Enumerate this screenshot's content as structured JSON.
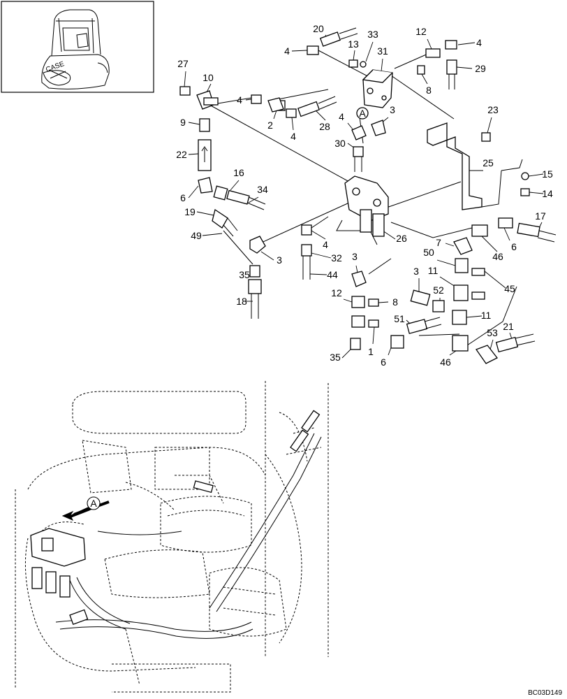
{
  "diagram": {
    "reference_code": "BC03D149",
    "detail_marker": "A",
    "callouts": [
      {
        "id": "c1",
        "text": "1"
      },
      {
        "id": "c2",
        "text": "2"
      },
      {
        "id": "c3a",
        "text": "3"
      },
      {
        "id": "c3b",
        "text": "3"
      },
      {
        "id": "c3c",
        "text": "3"
      },
      {
        "id": "c3d",
        "text": "3"
      },
      {
        "id": "c4a",
        "text": "4"
      },
      {
        "id": "c4b",
        "text": "4"
      },
      {
        "id": "c4c",
        "text": "4"
      },
      {
        "id": "c4d",
        "text": "4"
      },
      {
        "id": "c4e",
        "text": "4"
      },
      {
        "id": "c4f",
        "text": "4"
      },
      {
        "id": "c6a",
        "text": "6"
      },
      {
        "id": "c6b",
        "text": "6"
      },
      {
        "id": "c6c",
        "text": "6"
      },
      {
        "id": "c7",
        "text": "7"
      },
      {
        "id": "c8a",
        "text": "8"
      },
      {
        "id": "c8b",
        "text": "8"
      },
      {
        "id": "c9",
        "text": "9"
      },
      {
        "id": "c10",
        "text": "10"
      },
      {
        "id": "c11a",
        "text": "11"
      },
      {
        "id": "c11b",
        "text": "11"
      },
      {
        "id": "c12a",
        "text": "12"
      },
      {
        "id": "c12b",
        "text": "12"
      },
      {
        "id": "c13",
        "text": "13"
      },
      {
        "id": "c14",
        "text": "14"
      },
      {
        "id": "c15",
        "text": "15"
      },
      {
        "id": "c16",
        "text": "16"
      },
      {
        "id": "c17",
        "text": "17"
      },
      {
        "id": "c18",
        "text": "18"
      },
      {
        "id": "c19",
        "text": "19"
      },
      {
        "id": "c20",
        "text": "20"
      },
      {
        "id": "c21",
        "text": "21"
      },
      {
        "id": "c22",
        "text": "22"
      },
      {
        "id": "c23",
        "text": "23"
      },
      {
        "id": "c25",
        "text": "25"
      },
      {
        "id": "c26",
        "text": "26"
      },
      {
        "id": "c27",
        "text": "27"
      },
      {
        "id": "c28",
        "text": "28"
      },
      {
        "id": "c29",
        "text": "29"
      },
      {
        "id": "c30",
        "text": "30"
      },
      {
        "id": "c31",
        "text": "31"
      },
      {
        "id": "c32",
        "text": "32"
      },
      {
        "id": "c33",
        "text": "33"
      },
      {
        "id": "c34",
        "text": "34"
      },
      {
        "id": "c35a",
        "text": "35"
      },
      {
        "id": "c35b",
        "text": "35"
      },
      {
        "id": "c44",
        "text": "44"
      },
      {
        "id": "c45",
        "text": "45"
      },
      {
        "id": "c46a",
        "text": "46"
      },
      {
        "id": "c46b",
        "text": "46"
      },
      {
        "id": "c49",
        "text": "49"
      },
      {
        "id": "c50",
        "text": "50"
      },
      {
        "id": "c51",
        "text": "51"
      },
      {
        "id": "c52",
        "text": "52"
      },
      {
        "id": "c53",
        "text": "53"
      }
    ]
  }
}
